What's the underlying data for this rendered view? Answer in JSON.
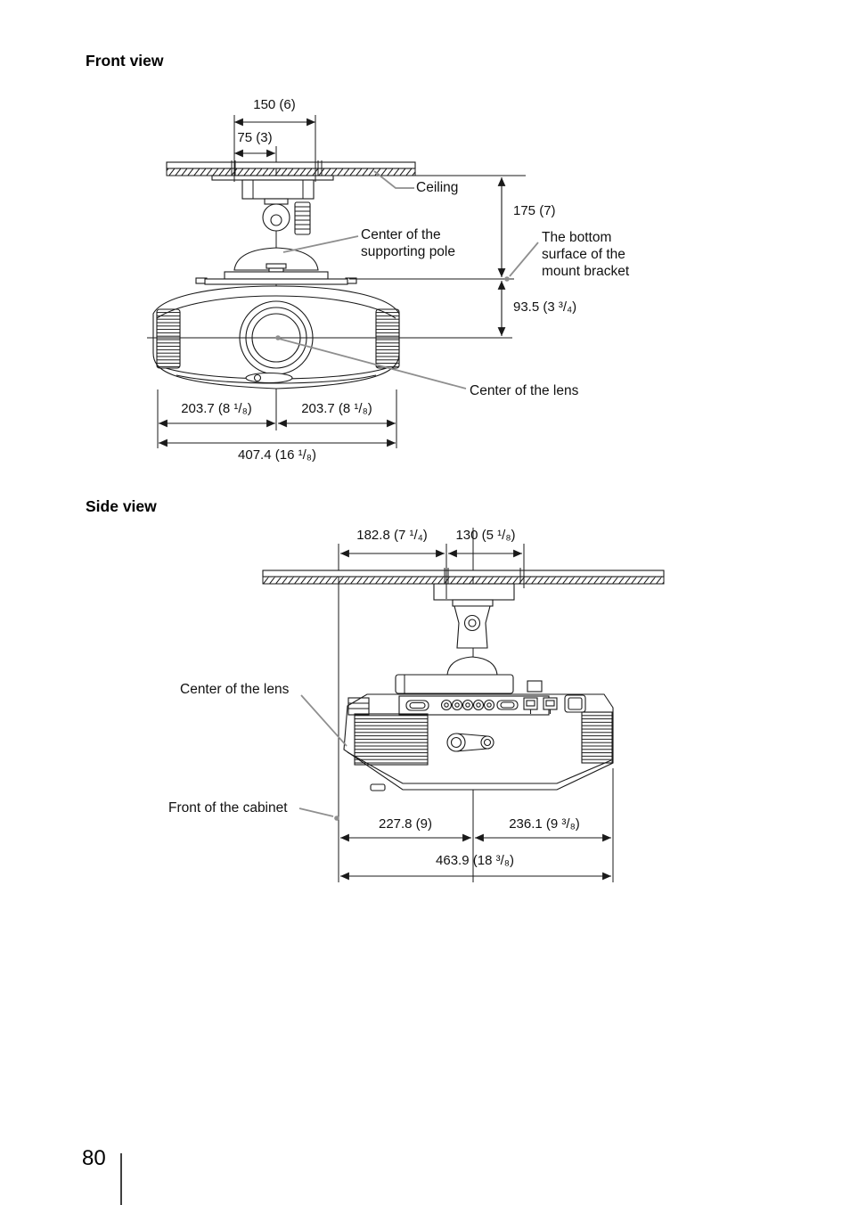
{
  "page": {
    "number": "80"
  },
  "colors": {
    "ink": "#1a1a1a",
    "leader": "#8f8f8f"
  },
  "front_view": {
    "title": "Front view",
    "labels": {
      "ceiling": "Ceiling",
      "supporting_pole": "Center of the supporting pole",
      "mount_bracket_bottom": "The bottom surface of the mount bracket",
      "lens_center": "Center of the lens"
    },
    "dims": {
      "bracket_width": "150 (6)",
      "pole_offset": "75 (3)",
      "ceiling_to_bracket_bottom": "175 (7)",
      "bracket_bottom_to_lens": "93.5 (3 ³/₄)",
      "left_half_width": "203.7 (8 ¹/₈)",
      "right_half_width": "203.7 (8 ¹/₈)",
      "total_width": "407.4 (16 ¹/₈)"
    }
  },
  "side_view": {
    "title": "Side view",
    "labels": {
      "lens_center": "Center of the lens",
      "cabinet_front": "Front of the cabinet"
    },
    "dims": {
      "front_to_plate": "182.8 (7 ¹/₄)",
      "plate_depth": "130 (5 ¹/₈)",
      "front_to_lens_center": "227.8 (9)",
      "lens_center_to_rear": "236.1 (9 ³/₈)",
      "total_depth": "463.9 (18 ³/₈)"
    }
  }
}
